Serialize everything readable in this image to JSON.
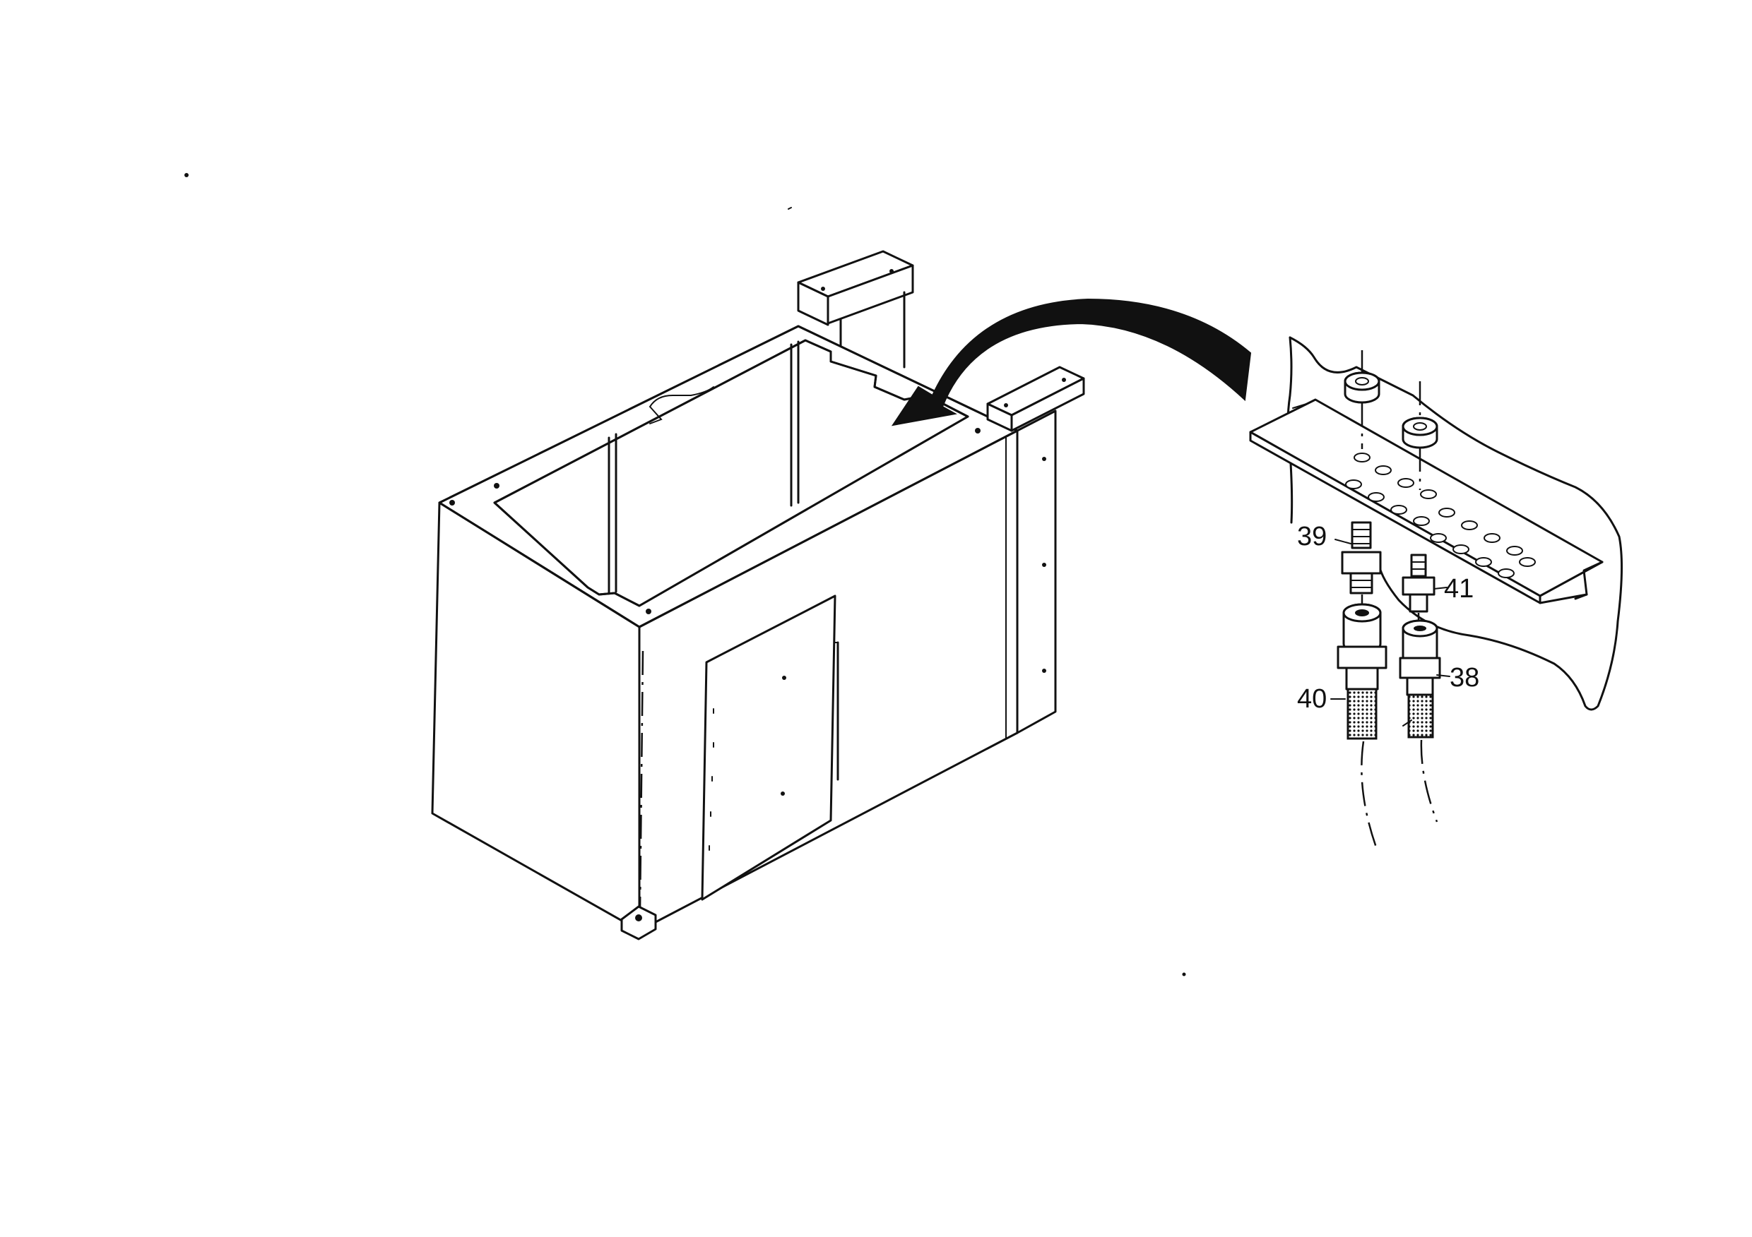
{
  "callouts": {
    "c38": "38",
    "c39": "39",
    "c40": "40",
    "c41": "41"
  },
  "colors": {
    "ink": "#111111",
    "paper": "#ffffff"
  }
}
